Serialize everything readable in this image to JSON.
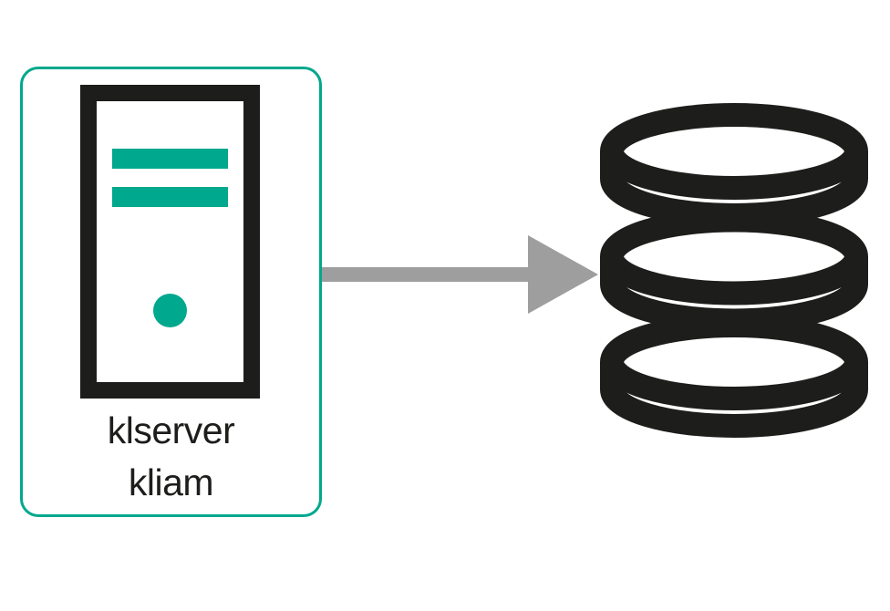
{
  "diagram": {
    "server_node": {
      "icon": "server-tower-icon",
      "label_lines": [
        "klserver",
        "kliam"
      ]
    },
    "connector": {
      "icon": "arrow-right-icon",
      "direction": "right",
      "from": "server-node",
      "to": "database-node"
    },
    "database_node": {
      "icon": "database-icon",
      "disc_count": 3
    },
    "colors": {
      "accent_teal": "#00a88e",
      "ink_black": "#1d1d1b",
      "arrow_gray": "#9e9e9e",
      "background": "#ffffff"
    }
  }
}
